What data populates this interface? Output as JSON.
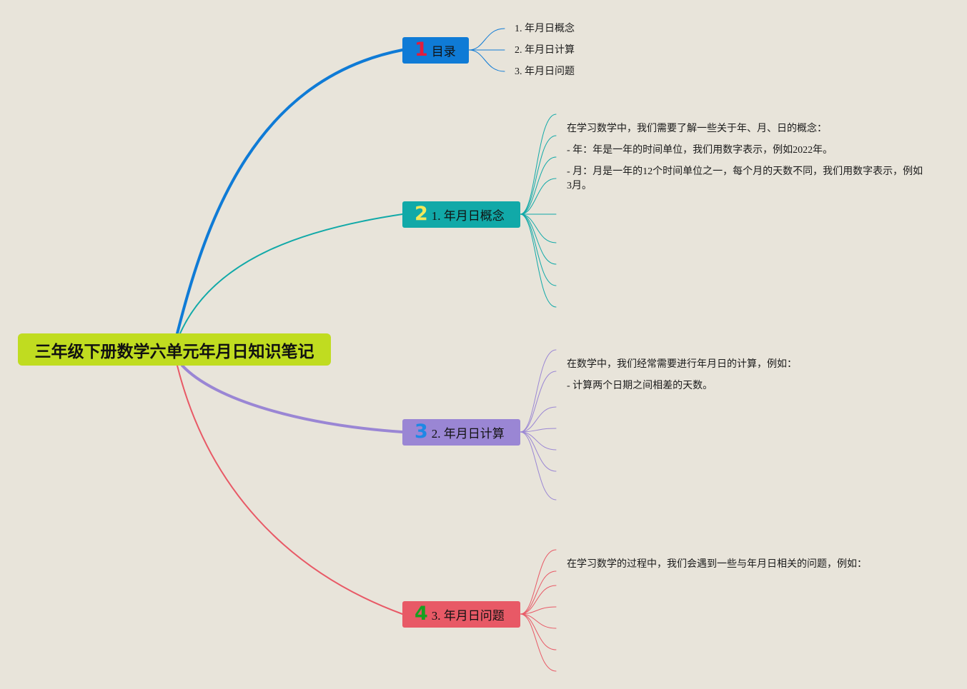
{
  "root": {
    "title": "三年级下册数学六单元年月日知识笔记"
  },
  "branches": [
    {
      "num": "1",
      "num_color": "#e11d3d",
      "label": "目录",
      "color": "#0f7bd6",
      "leaves": [
        "1. 年月日概念",
        "2. 年月日计算",
        "3. 年月日问题"
      ]
    },
    {
      "num": "2",
      "num_color": "#f2e85a",
      "label": "1. 年月日概念",
      "color": "#11a9a8",
      "leaves": [
        "在学习数学中，我们需要了解一些关于年、月、日的概念：",
        "- 年：年是一年的时间单位，我们用数字表示，例如2022年。",
        "- 月：月是一年的12个时间单位之一，每个月的天数不同，我们用数字表示，例如3月。"
      ]
    },
    {
      "num": "3",
      "num_color": "#1e88e5",
      "label": "2. 年月日计算",
      "color": "#9a86d4",
      "leaves": [
        "在数学中，我们经常需要进行年月日的计算，例如：",
        "- 计算两个日期之间相差的天数。"
      ]
    },
    {
      "num": "4",
      "num_color": "#18a020",
      "label": "3. 年月日问题",
      "color": "#e85966",
      "leaves": [
        "在学习数学的过程中，我们会遇到一些与年月日相关的问题，例如："
      ]
    }
  ]
}
